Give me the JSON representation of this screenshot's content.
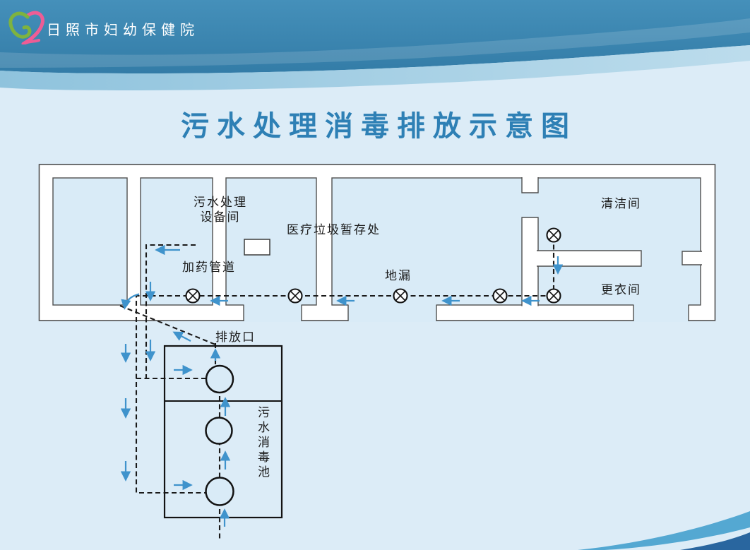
{
  "header": {
    "hospital_name": "日照市妇幼保健院",
    "logo": "heart-ribbon-logo",
    "bg_color": "#3b86af",
    "band_color": "#9dcae0"
  },
  "title": {
    "text": "污水处理消毒排放示意图",
    "color": "#2e80b5"
  },
  "diagram": {
    "labels": {
      "equipment_room_line1": "污水处理",
      "equipment_room_line2": "设备间",
      "medical_waste": "医疗垃圾暂存处",
      "dosing_pipe": "加药管道",
      "floor_drain": "地漏",
      "cleaning_room": "清洁间",
      "changing_room": "更衣间",
      "discharge_outlet": "排放口",
      "disinfection_pool": "污水消毒池"
    },
    "symbols": {
      "floor_drain_icon_count": 6,
      "pool_chamber_circle_count": 3,
      "flow_direction": "toward pool, upward through chambers, out discharge outlet"
    },
    "colors": {
      "wall_fill": "#ffffff",
      "outline": "#4f4f4f",
      "pipe_dash": "#1a1a1a",
      "arrow_blue": "#3f93cc",
      "room_fill": "#d9ebf7"
    }
  },
  "footer_decoration": {
    "stripe_color": "#54a8d2",
    "corner_color": "#29669f"
  }
}
